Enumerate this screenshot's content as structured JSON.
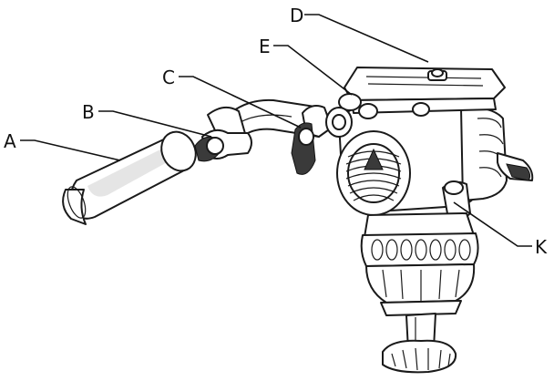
{
  "labels": {
    "a": "A",
    "b": "B",
    "c": "C",
    "d": "D",
    "e": "E",
    "k": "K"
  }
}
